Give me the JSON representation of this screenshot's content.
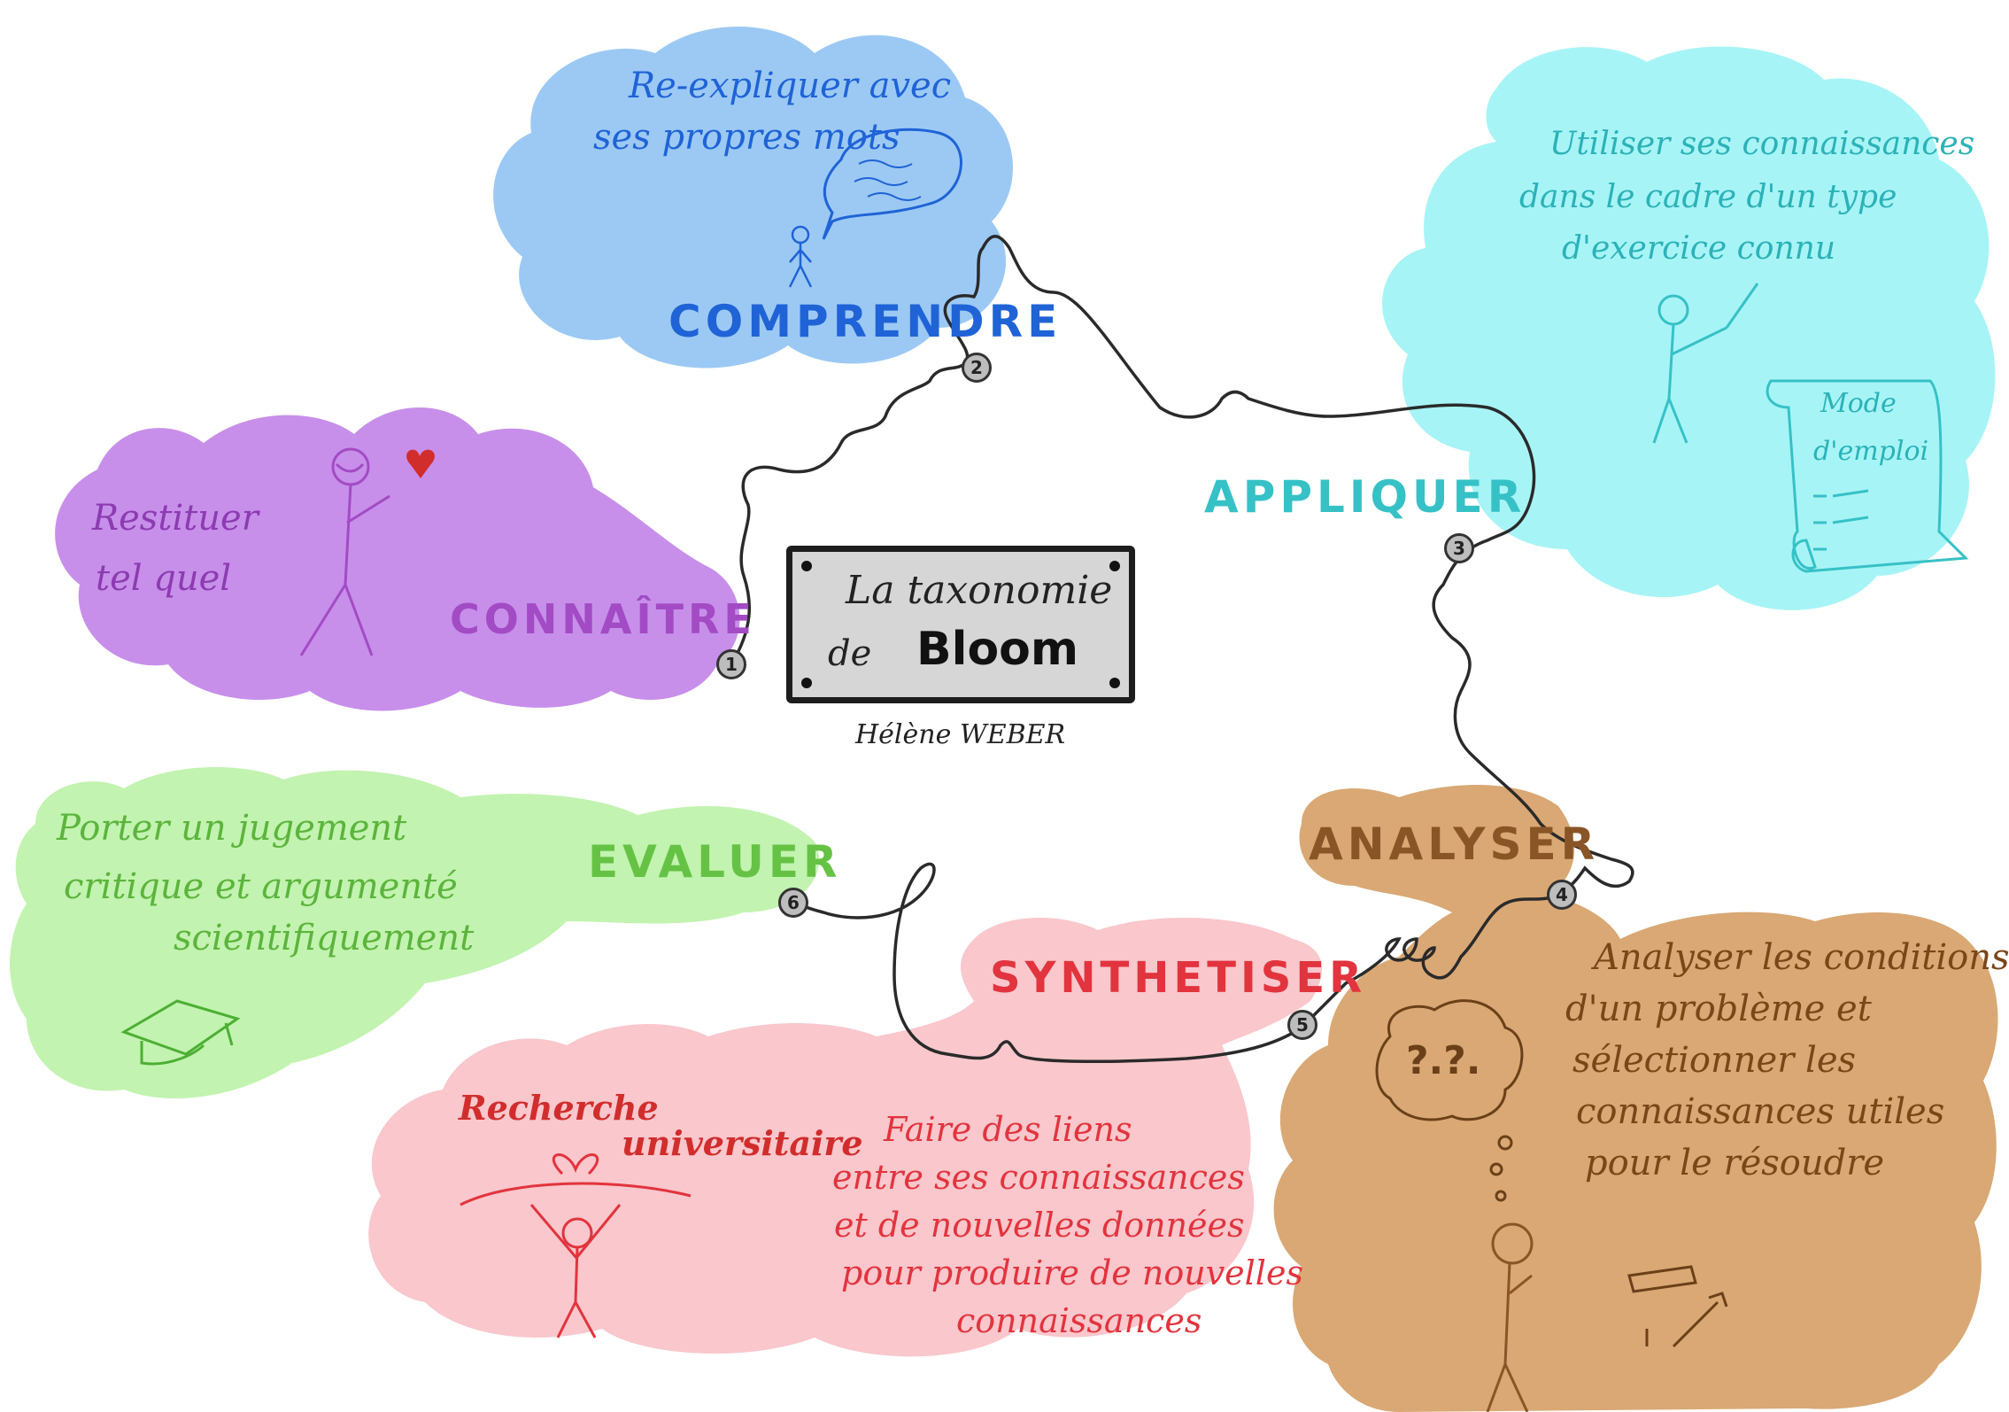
{
  "center": {
    "title_line1": "La taxonomie",
    "title_line2_prefix": "de",
    "title_line2": "Bloom",
    "author": "Hélène WEBER"
  },
  "levels": [
    {
      "number": "1",
      "title": "CONNAÎTRE",
      "description": [
        "Restituer",
        "tel quel"
      ],
      "color": "#a24bc4",
      "cloud_color": "#c78fea"
    },
    {
      "number": "2",
      "title": "COMPRENDRE",
      "description": [
        "Re-expliquer avec",
        "ses propres mots"
      ],
      "color": "#1f63d6",
      "cloud_color": "#9cc9f4"
    },
    {
      "number": "3",
      "title": "APPLIQUER",
      "description": [
        "Utiliser ses connaissances",
        "dans le cadre d'un type",
        "d'exercice connu"
      ],
      "color": "#36c1c6",
      "cloud_color": "#a7f4f6",
      "scroll_text": [
        "Mode",
        "d'emploi"
      ]
    },
    {
      "number": "4",
      "title": "ANALYSER",
      "description": [
        "Analyser les conditions",
        "d'un problème et",
        "sélectionner les",
        "connaissances utiles",
        "pour le résoudre"
      ],
      "color": "#8a5526",
      "cloud_color": "#d9a874",
      "thought_text": "?.?."
    },
    {
      "number": "5",
      "title": "SYNTHETISER",
      "description": [
        "Faire des liens",
        "entre ses connaissances",
        "et de nouvelles données",
        "pour produire de nouvelles",
        "connaissances"
      ],
      "color": "#e2343e",
      "cloud_color": "#f9c7cc",
      "extra": [
        "Recherche",
        "universitaire"
      ]
    },
    {
      "number": "6",
      "title": "EVALUER",
      "description": [
        "Porter un jugement",
        "critique et argumenté",
        "scientifiquement"
      ],
      "color": "#66c244",
      "cloud_color": "#c2f3b0"
    }
  ]
}
